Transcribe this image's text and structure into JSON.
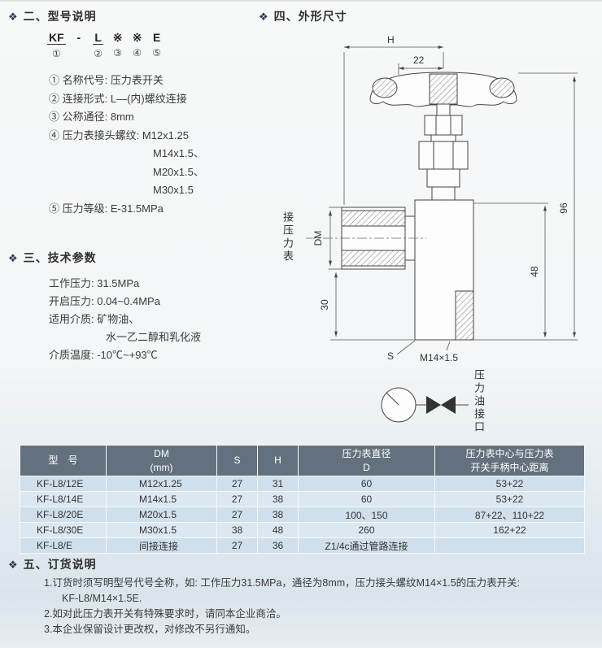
{
  "colors": {
    "table_header_bg": "#63717e",
    "table_row_light": "#dce8f1",
    "table_row_dark": "#cfdfeb",
    "section_icon": "#2a3750",
    "page_bottom_tint": "#d9e4eb"
  },
  "model": {
    "icon": "❖",
    "title": "二、型号说明",
    "code": [
      {
        "t": "KF",
        "n": "①"
      },
      {
        "t": "-",
        "n": ""
      },
      {
        "t": "L",
        "n": "②"
      },
      {
        "t": "※",
        "n": "③"
      },
      {
        "t": "※",
        "n": "④"
      },
      {
        "t": "E",
        "n": "⑤"
      }
    ],
    "items": [
      {
        "text": "① 名称代号: 压力表开关"
      },
      {
        "text": "② 连接形式: L—(内)螺纹连接"
      },
      {
        "text": "③ 公称通径: 8mm"
      },
      {
        "text": "④ 压力表接头螺纹: M12x1.25"
      },
      {
        "text": "M14x1.5、"
      },
      {
        "text": "M20x1.5、"
      },
      {
        "text": "M30x1.5"
      },
      {
        "text": "⑤ 压力等级: E-31.5MPa"
      }
    ]
  },
  "tech": {
    "icon": "❖",
    "title": "三、技术参数",
    "items": [
      {
        "text": "工作压力: 31.5MPa"
      },
      {
        "text": "开启压力: 0.04~0.4MPa"
      },
      {
        "text": "适用介质: 矿物油、"
      },
      {
        "text": "水一乙二醇和乳化液"
      },
      {
        "text": "介质温度: -10℃~+93℃"
      }
    ]
  },
  "dims": {
    "icon": "❖",
    "title": "四、外形尺寸",
    "labels": {
      "h": "H",
      "w22": "22",
      "v96": "96",
      "v48": "48",
      "v30": "30",
      "dm": "DM",
      "s": "S",
      "thread": "M14×1.5",
      "gauge_port": "接压力表",
      "oil_port": "压力油接口"
    }
  },
  "table": {
    "headers": [
      "型　号",
      "DM\n(mm)",
      "S",
      "H",
      "压力表直径\nD",
      "压力表中心与压力表\n开关手柄中心距离"
    ],
    "rows": [
      [
        "KF-L8/12E",
        "M12x1.25",
        "27",
        "31",
        "60",
        "53+22"
      ],
      [
        "KF-L8/14E",
        "M14x1.5",
        "27",
        "38",
        "60",
        "53+22"
      ],
      [
        "KF-L8/20E",
        "M20x1.5",
        "27",
        "38",
        "100、150",
        "87+22、110+22"
      ],
      [
        "KF-L8/30E",
        "M30x1.5",
        "38",
        "48",
        "260",
        "162+22"
      ],
      [
        "KF-L8/E",
        "间接连接",
        "27",
        "36",
        "Z1/4c通过管路连接",
        ""
      ]
    ]
  },
  "order": {
    "icon": "❖",
    "title": "五、订货说明",
    "lines": [
      {
        "text": "1.订货时须写明型号代号全称，如: 工作压力31.5MPa，通径为8mm，压力接头螺纹M14×1.5的压力表开关:"
      },
      {
        "text": "KF-L8/M14×1.5E."
      },
      {
        "text": "2.如对此压力表开关有特殊要求时，请同本企业商洽。"
      },
      {
        "text": "3.本企业保留设计更改权，对修改不另行通知。"
      }
    ]
  }
}
